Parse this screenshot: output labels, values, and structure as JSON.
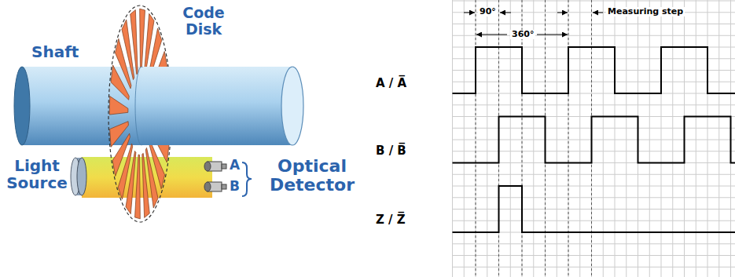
{
  "diagram": {
    "labels": [
      "Code Disk",
      "Shaft",
      "Light Source",
      "A",
      "B",
      "Optical Detector",
      "90°",
      "360°",
      "Measuring step",
      "A / A̅",
      "B / B̅",
      "Z / Z̅"
    ]
  }
}
